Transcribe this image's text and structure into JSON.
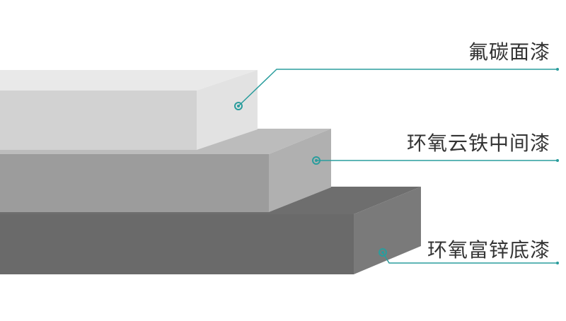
{
  "diagram": {
    "layers": [
      {
        "id": "top",
        "label": "氟碳面漆"
      },
      {
        "id": "middle",
        "label": "环氧云铁中间漆"
      },
      {
        "id": "bottom",
        "label": "环氧富锌底漆"
      }
    ],
    "colors": {
      "accent": "#2a9d9d",
      "top_front": "#d2d2d2",
      "top_top": "#e9e9e9",
      "top_side": "#e2e2e2",
      "middle_front": "#9c9c9c",
      "middle_top": "#bcbcbc",
      "middle_side": "#b0b0b0",
      "bottom_front": "#6a6a6a",
      "bottom_top": "#6e6e6e",
      "bottom_side": "#7a7a7a",
      "label_text": "#333333"
    }
  }
}
